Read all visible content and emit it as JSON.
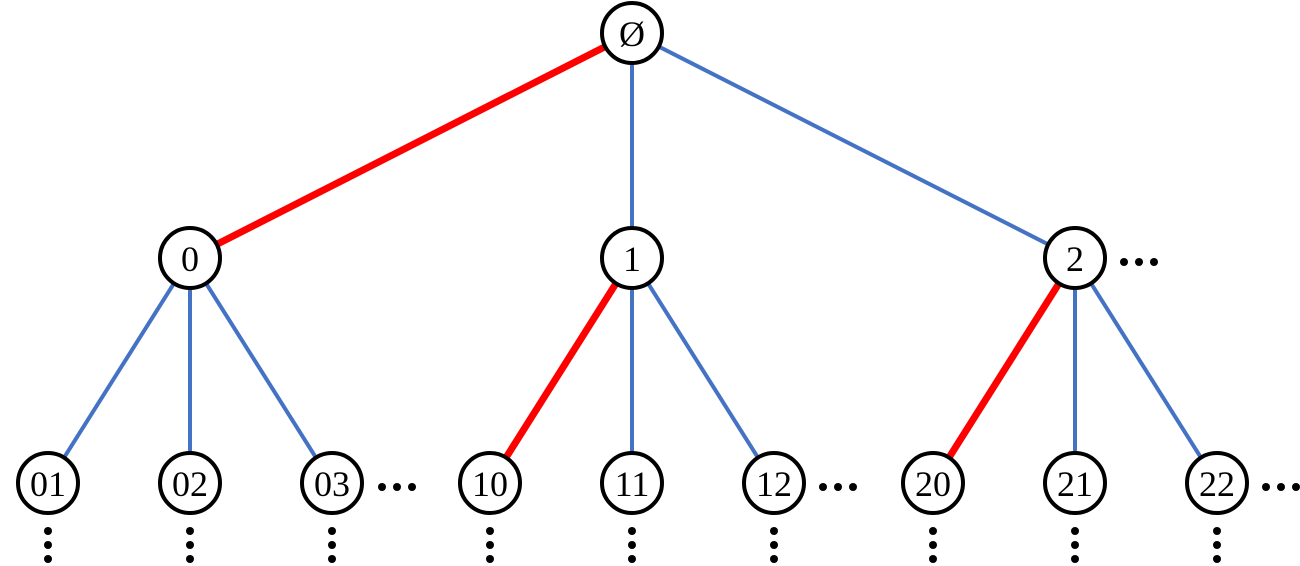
{
  "colors": {
    "highlight_edge": "#ff0000",
    "normal_edge": "#4472c4",
    "node_stroke": "#000000",
    "node_fill": "#ffffff"
  },
  "nodes": {
    "root": "Ø",
    "n0": "0",
    "n1": "1",
    "n2": "2",
    "n01": "01",
    "n02": "02",
    "n03": "03",
    "n10": "10",
    "n11": "11",
    "n12": "12",
    "n20": "20",
    "n21": "21",
    "n22": "22"
  },
  "edges": [
    {
      "from": "root",
      "to": "n0",
      "highlighted": true
    },
    {
      "from": "root",
      "to": "n1",
      "highlighted": false
    },
    {
      "from": "root",
      "to": "n2",
      "highlighted": false
    },
    {
      "from": "n0",
      "to": "n01",
      "highlighted": false
    },
    {
      "from": "n0",
      "to": "n02",
      "highlighted": false
    },
    {
      "from": "n0",
      "to": "n03",
      "highlighted": false
    },
    {
      "from": "n1",
      "to": "n10",
      "highlighted": true
    },
    {
      "from": "n1",
      "to": "n11",
      "highlighted": false
    },
    {
      "from": "n1",
      "to": "n12",
      "highlighted": false
    },
    {
      "from": "n2",
      "to": "n20",
      "highlighted": true
    },
    {
      "from": "n2",
      "to": "n21",
      "highlighted": false
    },
    {
      "from": "n2",
      "to": "n22",
      "highlighted": false
    }
  ]
}
